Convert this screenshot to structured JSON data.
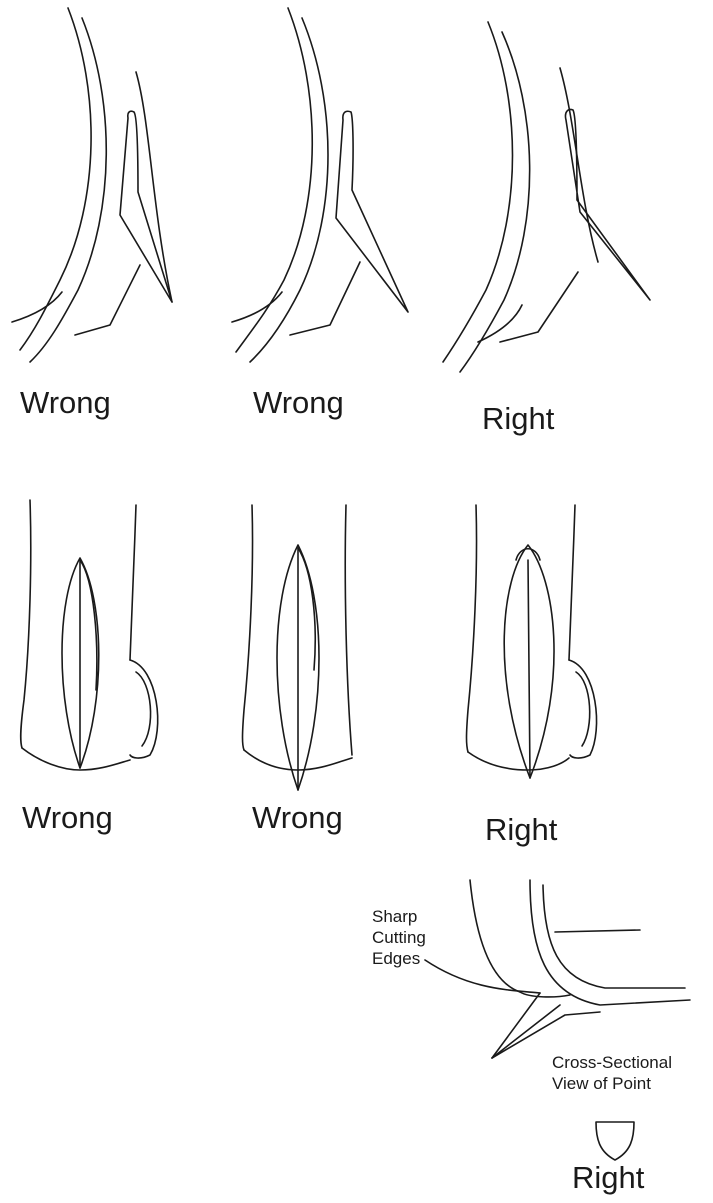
{
  "side_view_labels": [
    "Wrong",
    "Wrong",
    "Right"
  ],
  "front_view_labels": [
    "Wrong",
    "Wrong",
    "Right"
  ],
  "detail": {
    "sharp_cutting_edges_lines": [
      "Sharp",
      "Cutting",
      "Edges"
    ],
    "cross_section_lines": [
      "Cross-Sectional",
      "View of Point"
    ],
    "result_label": "Right"
  },
  "colors": {
    "ink": "#1a1a1a",
    "background": "#ffffff"
  }
}
